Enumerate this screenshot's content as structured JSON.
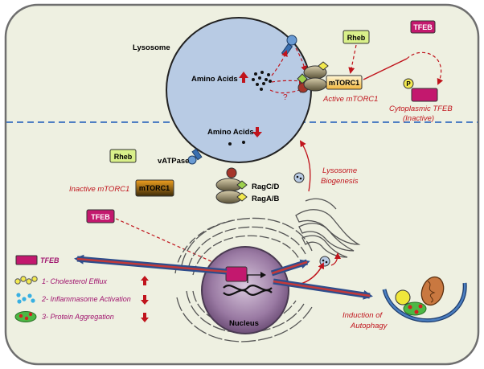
{
  "labels": {
    "lysosome": "Lysosome",
    "amino_acids_high": "Amino Acids",
    "amino_acids_low": "Amino Acids",
    "question_mark": "?",
    "vatpase": "vATPase",
    "ragcd": "RagC/D",
    "ragab": "RagA/B",
    "nucleus": "Nucleus",
    "phospho": "P"
  },
  "boxes": {
    "rheb_top": "Rheb",
    "rheb_left": "Rheb",
    "mtorc1_active": "mTORC1",
    "mtorc1_inactive": "mTORC1",
    "tfeb_top": "TFEB",
    "tfeb_left": "TFEB"
  },
  "annotations": {
    "active_mtorc1": "Active mTORC1",
    "cytoplasmic_tfeb_1": "Cytoplasmic TFEB",
    "cytoplasmic_tfeb_2": "(Inactive)",
    "inactive_mtorc1": "Inactive mTORC1",
    "lysosome_biogenesis_1": "Lysosome",
    "lysosome_biogenesis_2": "Biogenesis",
    "induction_autophagy_1": "Induction of",
    "induction_autophagy_2": "Autophagy"
  },
  "legend": {
    "tfeb": "TFEB",
    "items": [
      {
        "text": "1- Cholesterol Efflux",
        "direction": "up"
      },
      {
        "text": "2- Inflammasome Activation",
        "direction": "down"
      },
      {
        "text": "3- Protein Aggregation",
        "direction": "down"
      }
    ]
  },
  "colors": {
    "cell_fill": "#eef0e1",
    "cell_border": "#6f6f6f",
    "lysosome_fill": "#b8cbe4",
    "rheb_fill": "#d9f08a",
    "tfeb_fill": "#c3186e",
    "arrow_red": "#c0141c",
    "arrow_blue": "#2e4d8c",
    "divider": "#4f7fc3"
  }
}
